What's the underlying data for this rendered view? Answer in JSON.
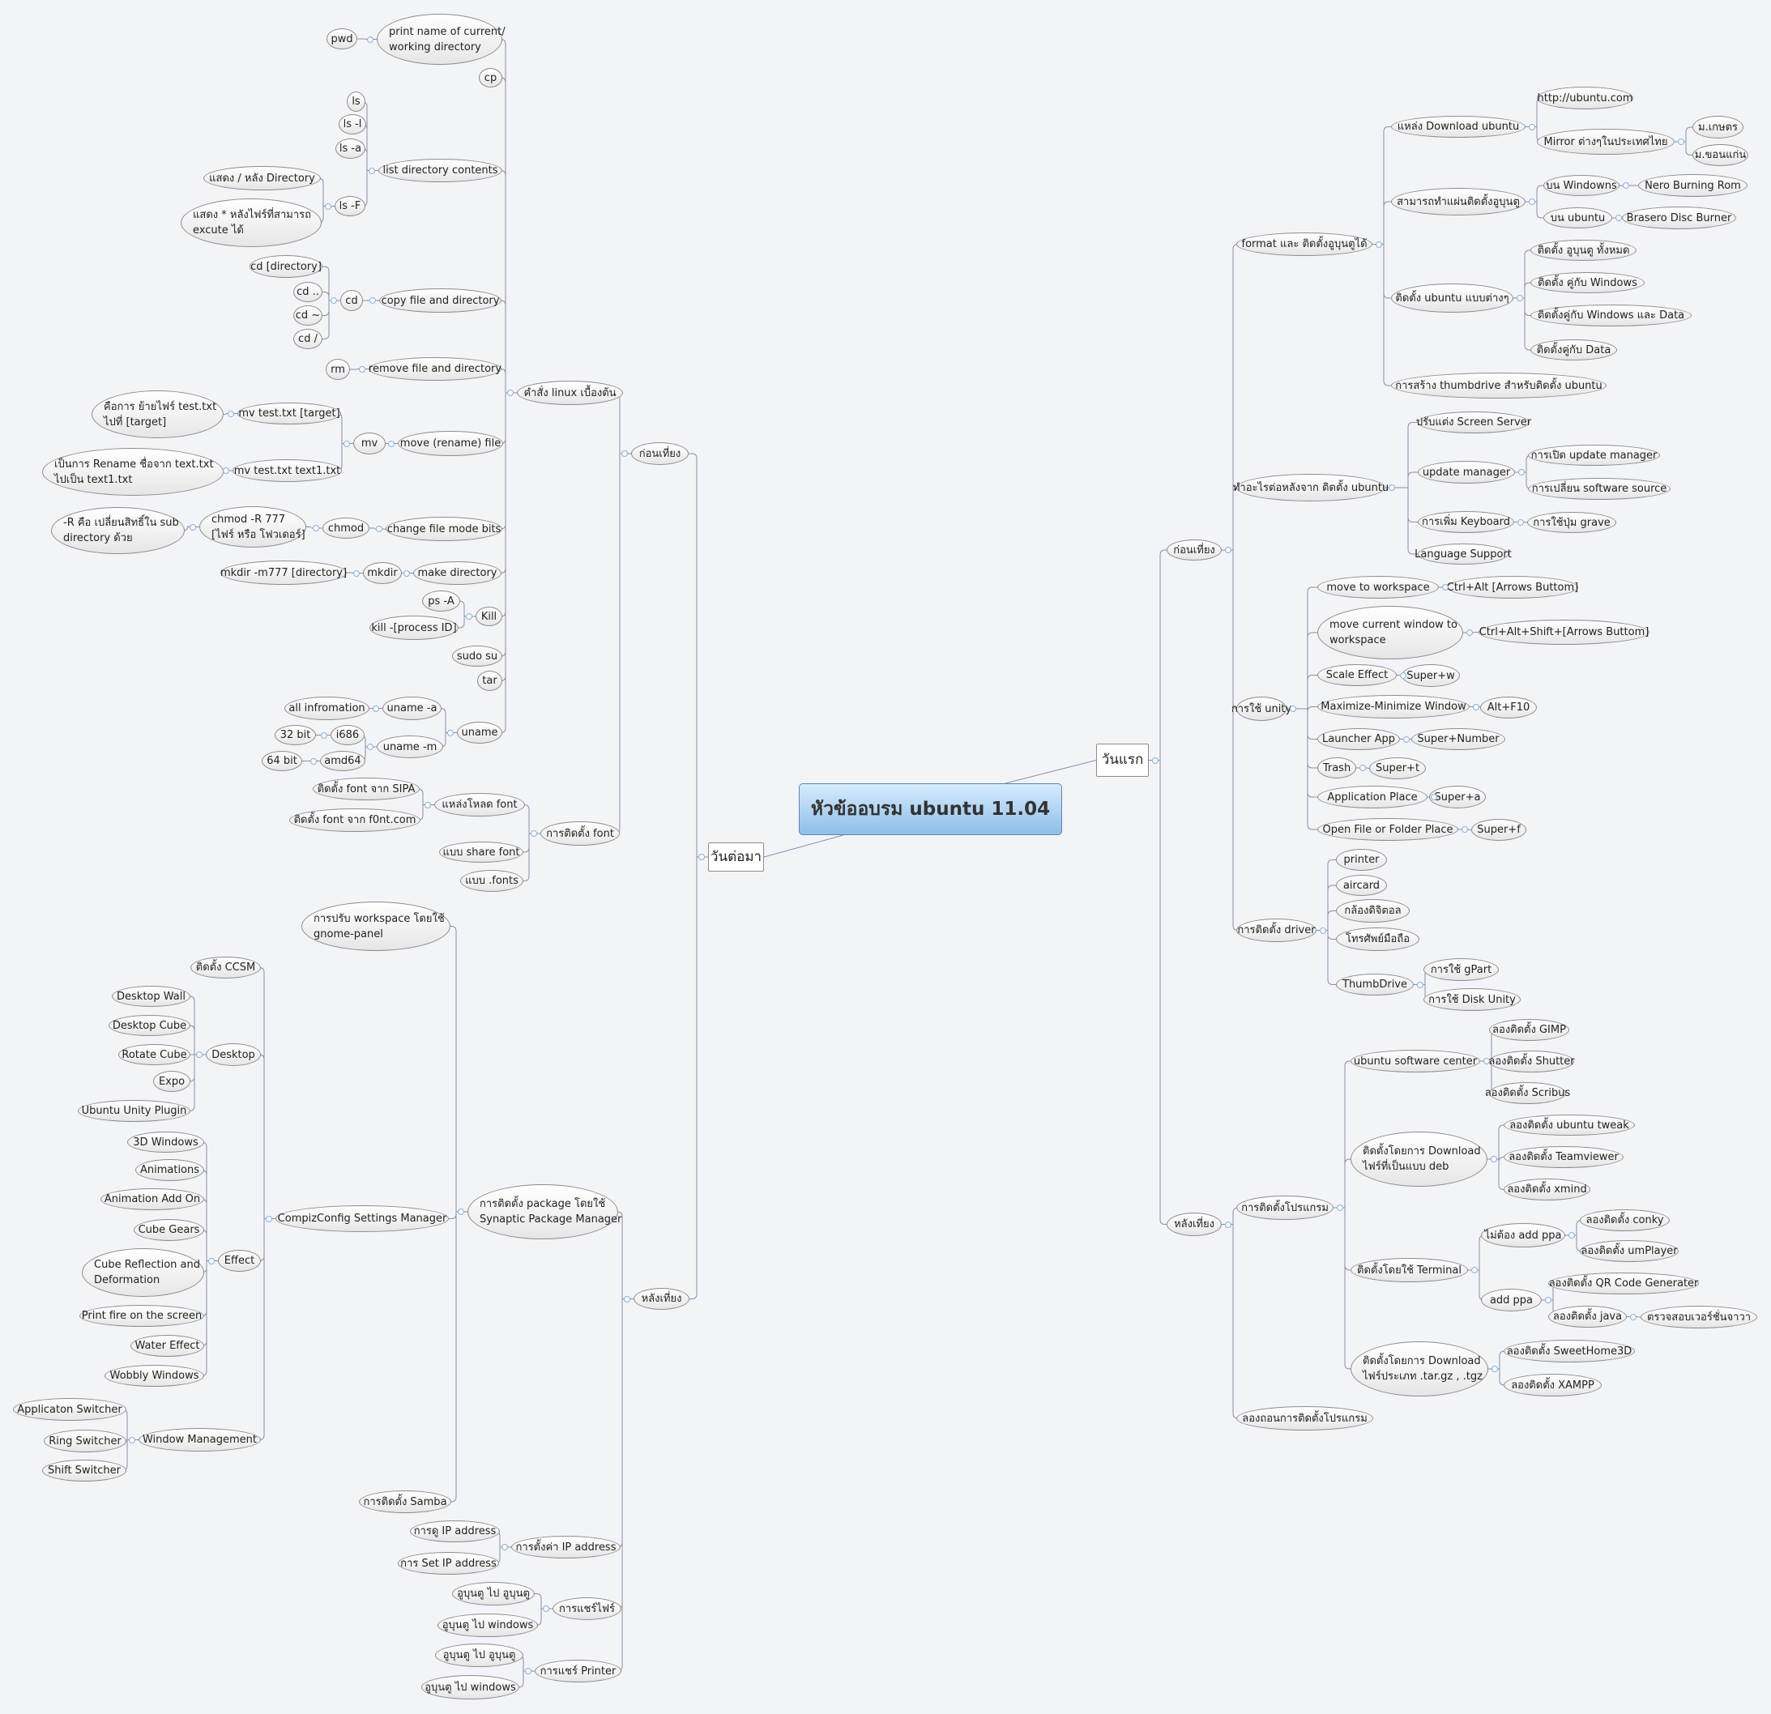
{
  "mindmap": {
    "central": "หัวข้ออบรม ubuntu 11.04",
    "day1": {
      "label": "วันแรก",
      "morning": {
        "label": "ก่อนเที่ยง",
        "format": {
          "label": "format และ ติดตั้งอูบุนตูได้",
          "download": {
            "label": "แหล่ง Download ubuntu",
            "url": "http://ubuntu.com",
            "mirror": "Mirror ต่างๆในประเทศไทย",
            "mirrors": [
              "ม.เกษตร",
              "ม.ขอนแก่น"
            ]
          },
          "disc": {
            "label": "สามารถทำแผ่นติดตั้งอูบุนตู",
            "windows": "บน Windowns",
            "windows_tool": "Nero Burning Rom",
            "ubuntu": "บน ubuntu",
            "ubuntu_tool": "Brasero Disc Burner"
          },
          "install": {
            "label": "ติดตั้ง ubuntu แบบต่างๆ",
            "items": [
              "ติดตั้ง อูบุนตู ทั้งหมด",
              "ติดตั้ง คู่กับ Windows",
              "ติดตั้งคู่กับ Windows และ Data",
              "ติดตั้งคู่กับ Data"
            ]
          },
          "thumb": "การสร้าง thumbdrive สำหรับติดตั้ง ubuntu"
        },
        "after": {
          "label": "ทำอะไรต่อหลังจาก ติดตั้ง ubuntu",
          "screen": "ปรับแต่ง Screen Server",
          "update": {
            "label": "update manager",
            "items": [
              "การเปิด update manager",
              "การเปลี่ยน software source"
            ]
          },
          "keyboard": {
            "label": "การเพิ่ม Keyboard",
            "grave": "การใช้ปุ่ม grave"
          },
          "lang": "Language Support"
        },
        "unity": {
          "label": "การใช้ unity",
          "items": [
            {
              "label": "move to workspace",
              "key": "Ctrl+Alt [Arrows Buttom]"
            },
            {
              "label": "move current window to\nworkspace",
              "key": "Ctrl+Alt+Shift+[Arrows Buttom]"
            },
            {
              "label": "Scale Effect",
              "key": "Super+w"
            },
            {
              "label": "Maximize-Minimize Window",
              "key": "Alt+F10"
            },
            {
              "label": "Launcher App",
              "key": "Super+Number"
            },
            {
              "label": "Trash",
              "key": "Super+t"
            },
            {
              "label": "Application Place",
              "key": "Super+a"
            },
            {
              "label": "Open File or Folder Place",
              "key": "Super+f"
            }
          ]
        },
        "driver": {
          "label": "การติดตั้ง driver",
          "items": [
            "printer",
            "aircard",
            "กล้องดิจิตอล",
            "โทรศัพย์มือถือ"
          ],
          "thumb": {
            "label": "ThumbDrive",
            "items": [
              "การใช้ gPart",
              "การใช้ Disk Unity"
            ]
          }
        }
      },
      "afternoon": {
        "label": "หลังเที่ยง",
        "install": {
          "label": "การติดตั้งโปรแกรม",
          "center": {
            "label": "ubuntu software center",
            "items": [
              "ลองติดตั้ง GIMP",
              "ลองติดตั้ง Shutter",
              "ลองติดตั้ง Scribus"
            ]
          },
          "deb": {
            "label": "ติดตั้งโดยการ Download\nไฟร์ที่เป็นแบบ deb",
            "items": [
              "ลองติดตั้ง ubuntu tweak",
              "ลองติดตั้ง Teamviewer",
              "ลองติดตั้ง xmind"
            ]
          },
          "terminal": {
            "label": "ติดตั้งโดยใช้ Terminal",
            "noppa": {
              "label": "ไม่ต้อง add ppa",
              "items": [
                "ลองติดตั้ง conky",
                "ลองติดตั้ง umPlayer"
              ]
            },
            "ppa": {
              "label": "add ppa",
              "qr": "ลองติดตั้ง QR Code Generater",
              "java": "ลองติดตั้ง java",
              "check": "ตรวจสอบเวอร์ชั่นจาวา"
            }
          },
          "tar": {
            "label": "ติดตั้งโดยการ Download\nไฟร์ประเภท .tar.gz , .tgz",
            "items": [
              "ลองติดตั้ง SweetHome3D",
              "ลองติดตั้ง XAMPP"
            ]
          }
        },
        "remove": "ลองถอนการติดตั้งโปรแกรม"
      }
    },
    "day2": {
      "label": "วันต่อมา",
      "morning": {
        "label": "ก่อนเที่ยง",
        "linux": {
          "label": "คำสั่ง linux เบื้องต้น",
          "pwd": {
            "label": "print name of current/\nworking directory",
            "cmd": "pwd"
          },
          "cp": "cp",
          "list": {
            "label": "list directory contents",
            "cmds": [
              "ls",
              "ls -l",
              "ls -a"
            ],
            "lsF": "ls -F",
            "lsF_items": [
              "แสดง / หลัง Directory",
              "แสดง * หลังไฟร์ที่สามารถ\nexcute ได้"
            ]
          },
          "copy": {
            "label": "copy file and directory",
            "cmd": "cd",
            "items": [
              "cd [directory]",
              "cd ..",
              "cd ~",
              "cd /"
            ]
          },
          "remove": {
            "label": "remove file and directory",
            "cmd": "rm"
          },
          "move": {
            "label": "move (rename) file",
            "cmd": "mv",
            "items": [
              {
                "label": "mv test.txt [target]",
                "desc": "คือการ ย้ายไฟร์ test.txt\nไปที่ [target]"
              },
              {
                "label": "mv test.txt text1.txt",
                "desc": "เป็นการ Rename ชื่อจาก text.txt\nไปเป็น text1.txt"
              }
            ]
          },
          "chmod": {
            "label": "change file mode bits",
            "cmd": "chmod",
            "example": "chmod -R 777\n[ไฟร์ หรือ โฟวเดอร์]",
            "desc": "-R คือ เปลี่ยนสิทธิ์ใน sub\ndirectory ด้วย"
          },
          "mkdir": {
            "label": "make directory",
            "cmd": "mkdir",
            "example": "mkdir -m777 [directory]"
          },
          "kill": {
            "label": "Kill",
            "items": [
              "ps -A",
              "kill -[process ID]"
            ]
          },
          "sudo": "sudo su",
          "tar": "tar",
          "uname": {
            "label": "uname",
            "a": {
              "label": "uname -a",
              "desc": "all infromation"
            },
            "m": {
              "label": "uname -m",
              "i686": "i686",
              "i686_bit": "32 bit",
              "amd64": "amd64",
              "amd64_bit": "64 bit"
            }
          }
        },
        "font": {
          "label": "การติดตั้ง font",
          "source": {
            "label": "แหล่งโหลด font",
            "items": [
              "ติดตั้ง font จาก SIPA",
              "ติดตั้ง font จาก f0nt.com"
            ]
          },
          "share": "แบบ share font",
          "fonts": "แบบ .fonts"
        }
      },
      "afternoon": {
        "label": "หลังเที่ยง",
        "synaptic": {
          "label": "การติดตั้ง package โดยใช้\nSynaptic Package Manager",
          "workspace": "การปรับ workspace โดยใช้\ngnome-panel",
          "ccsm": {
            "label": "CompizConfig Settings Manager",
            "install": "ติดตั้ง CCSM",
            "desktop": {
              "label": "Desktop",
              "items": [
                "Desktop Wall",
                "Desktop Cube",
                "Rotate Cube",
                "Expo",
                "Ubuntu Unity Plugin"
              ]
            },
            "effect": {
              "label": "Effect",
              "items": [
                "3D Windows",
                "Animations",
                "Animation Add On",
                "Cube Gears",
                "Cube Reflection and\nDeformation",
                "Print fire on the screen",
                "Water Effect",
                "Wobbly Windows"
              ]
            },
            "window": {
              "label": "Window Management",
              "items": [
                "Applicaton Switcher",
                "Ring Switcher",
                "Shift Switcher"
              ]
            }
          },
          "samba": "การติดตั้ง Samba"
        },
        "ip": {
          "label": "การตั้งค่า IP address",
          "items": [
            "การดู IP address",
            "การ Set IP address"
          ]
        },
        "share": {
          "label": "การแชร์ไฟร์",
          "items": [
            "อูบุนตู ไป อูบุนตู",
            "อูบุนตู ไป windows"
          ]
        },
        "printer": {
          "label": "การแชร์ Printer",
          "items": [
            "อูบุนตู ไป อูบุนตู",
            "อูบุนตู ไป windows"
          ]
        }
      }
    }
  }
}
